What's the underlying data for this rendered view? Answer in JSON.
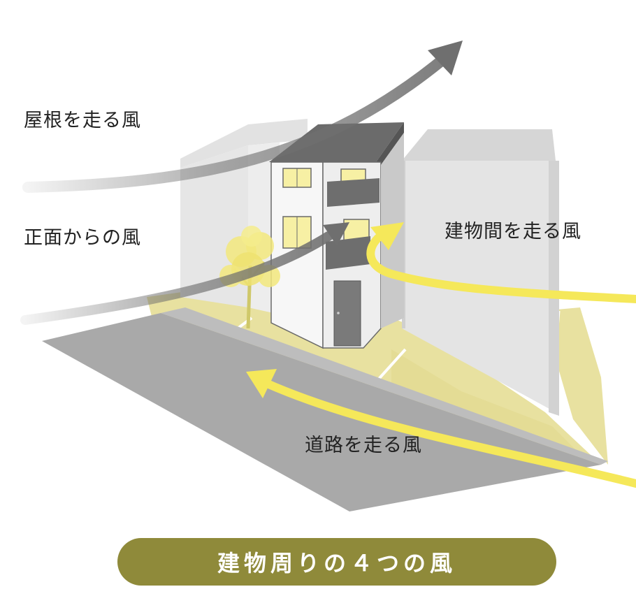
{
  "labels": {
    "roof_wind": "屋根を走る風",
    "front_wind": "正面からの風",
    "between_wind": "建物間を走る風",
    "road_wind": "道路を走る風"
  },
  "title": "建物周りの４つの風",
  "colors": {
    "accent_yellow": "#f5e85a",
    "ground_yellow": "#e8e1a0",
    "road_gray": "#a6a6a6",
    "wind_gray": "#6f6f6f",
    "title_bar": "#8f8a3a",
    "window_fill": "#f7f0a4"
  }
}
